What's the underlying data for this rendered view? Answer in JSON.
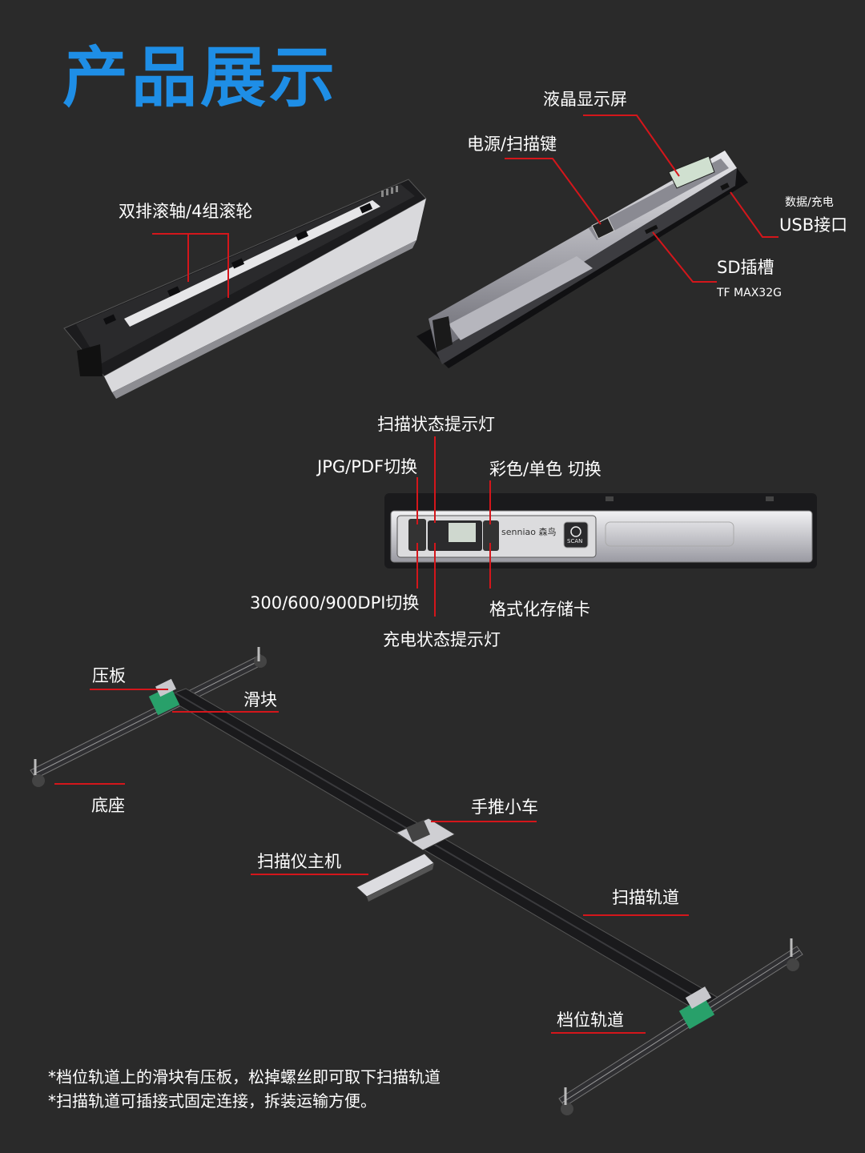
{
  "title": "产品展示",
  "colors": {
    "title": "#1e8ee6",
    "leader": "#d4161b",
    "background": "#2a2a2a"
  },
  "section1": {
    "roller_label": "双排滚轴/4组滚轮",
    "lcd_label": "液晶显示屏",
    "power_label": "电源/扫描键",
    "usb_top": "数据/充电",
    "usb_bottom": "USB接口",
    "sd_label": "SD插槽",
    "sd_sub": "TF MAX32G"
  },
  "section2": {
    "scan_led": "扫描状态提示灯",
    "jpg_pdf": "JPG/PDF切换",
    "color_mono": "彩色/单色 切换",
    "dpi": "300/600/900DPI切换",
    "format": "格式化存储卡",
    "charge_led": "充电状态提示灯",
    "brand": "senniao 森鸟",
    "scan_button": "SCAN"
  },
  "section3": {
    "plate": "压板",
    "slider": "滑块",
    "base": "底座",
    "cart": "手推小车",
    "host": "扫描仪主机",
    "scan_rail": "扫描轨道",
    "gear_rail": "档位轨道"
  },
  "notes": [
    "*档位轨道上的滑块有压板，松掉螺丝即可取下扫描轨道",
    "*扫描轨道可插接式固定连接，拆装运输方便。"
  ]
}
